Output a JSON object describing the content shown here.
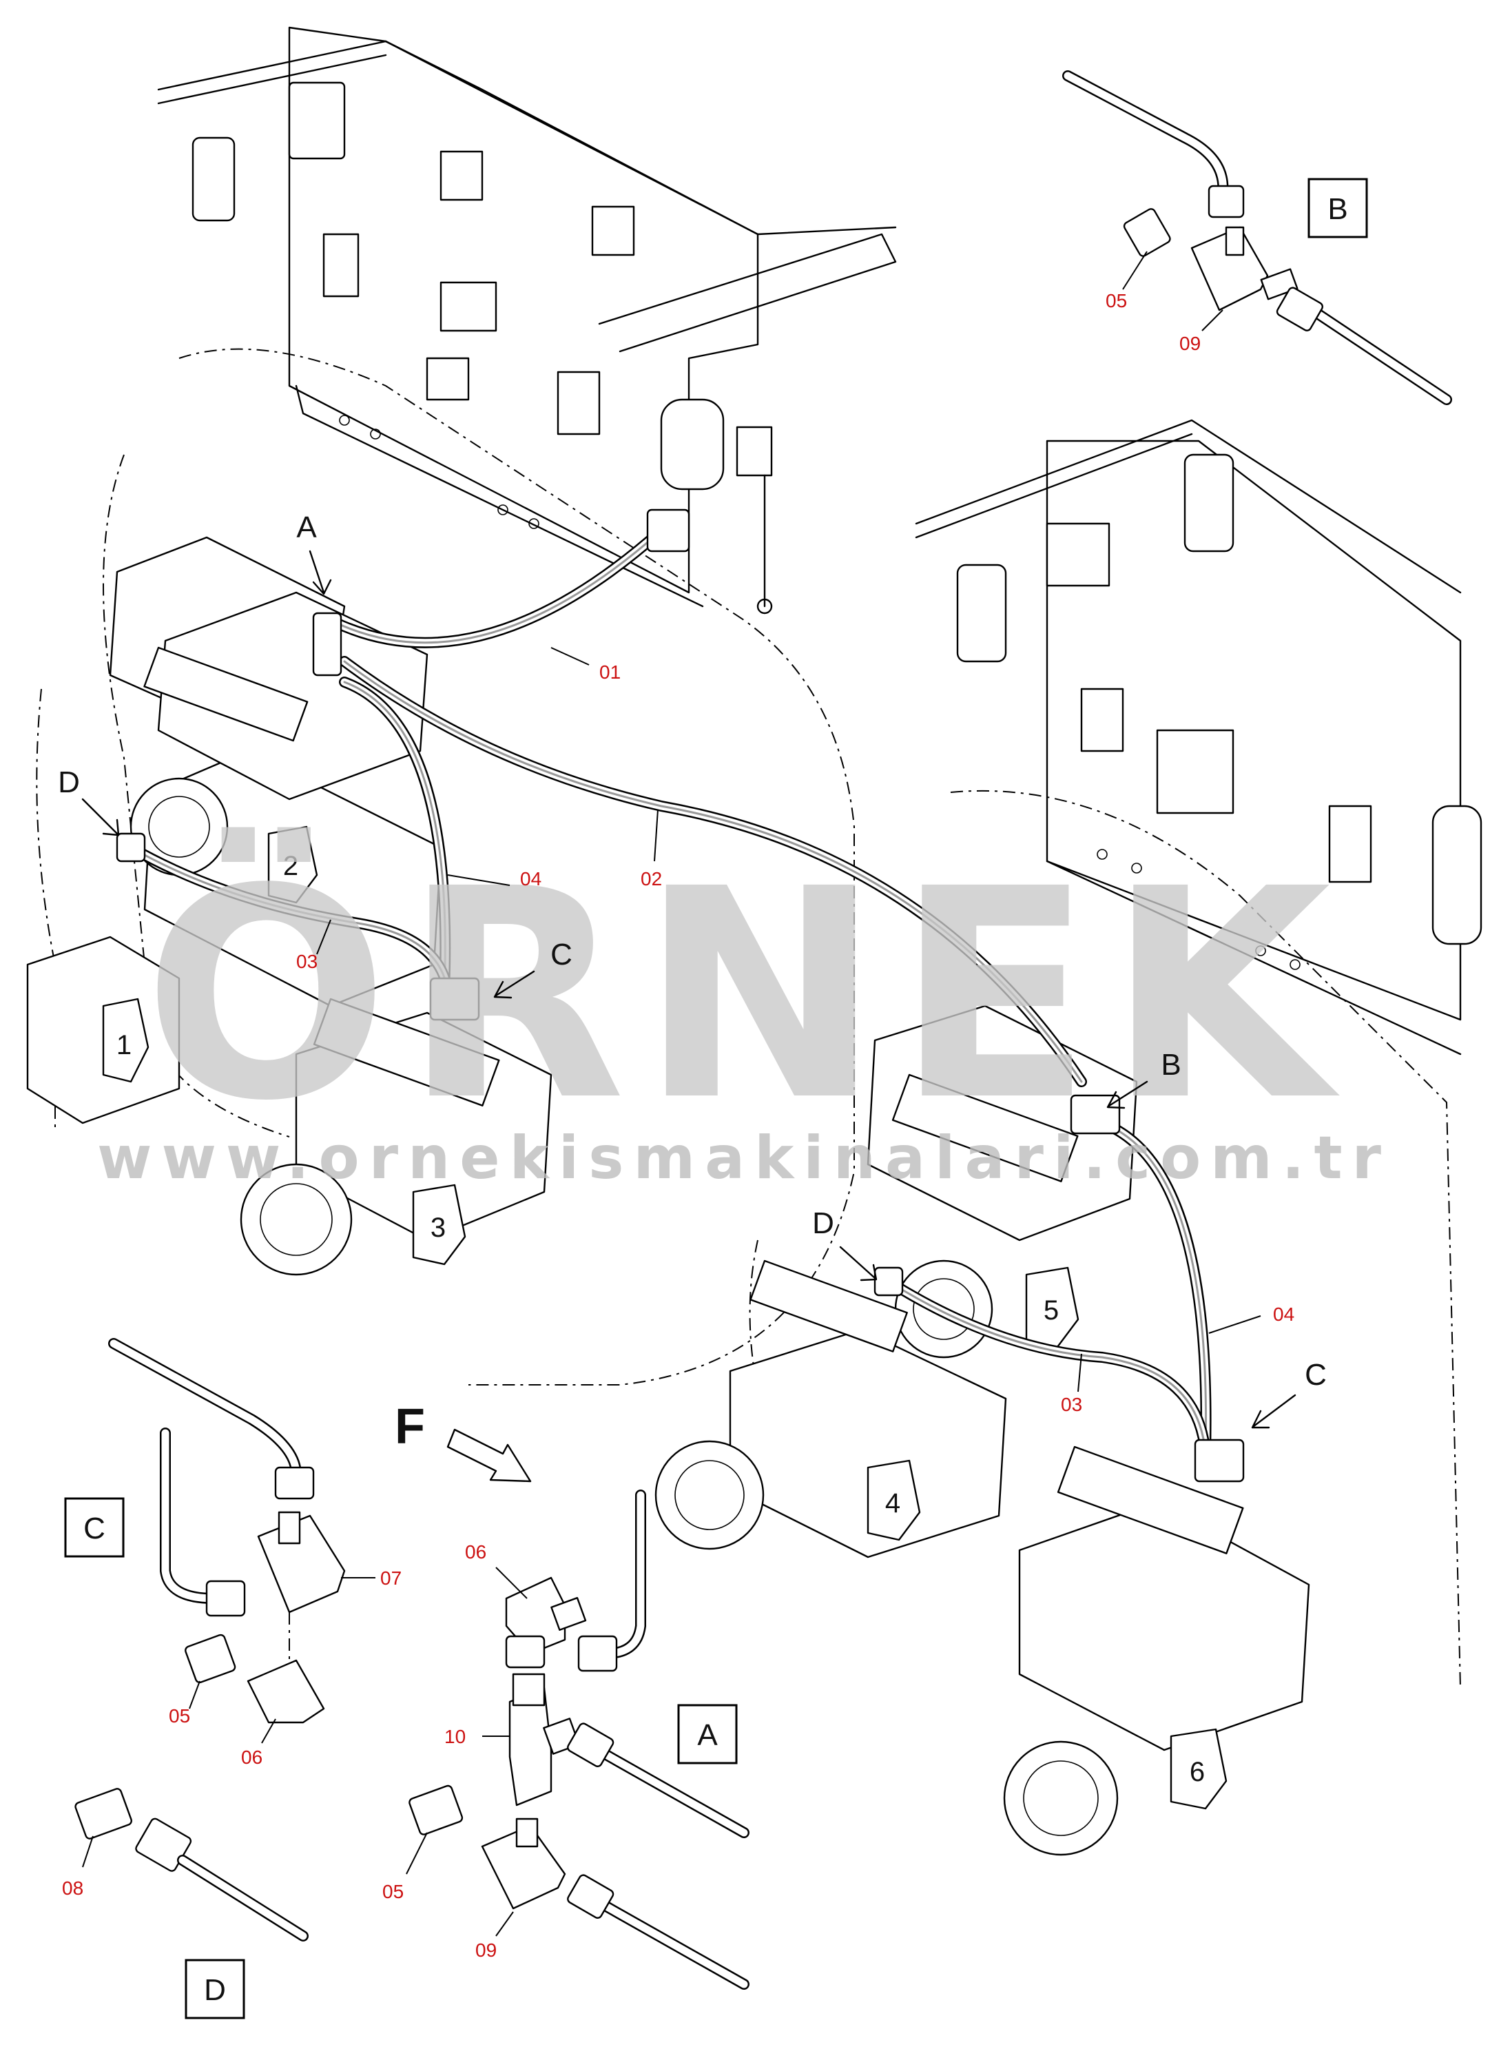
{
  "watermark": {
    "brand": "ÖRNEK",
    "url": "www.ornekismakinalari.com.tr"
  },
  "view_labels": {
    "a": "A",
    "b": "B",
    "c": "C",
    "d": "D",
    "direction": "F"
  },
  "callouts": {
    "p01": "01",
    "p02": "02",
    "p03": "03",
    "p04": "04",
    "p05": "05",
    "p06": "06",
    "p07": "07",
    "p08": "08",
    "p09": "09",
    "p10": "10"
  },
  "unit_numbers": [
    "1",
    "2",
    "3",
    "4",
    "5",
    "6"
  ],
  "colors": {
    "callout_red": "#cc1111",
    "watermark_gray": "#c9c9c9",
    "watermark_accent": "#f5d44a"
  }
}
